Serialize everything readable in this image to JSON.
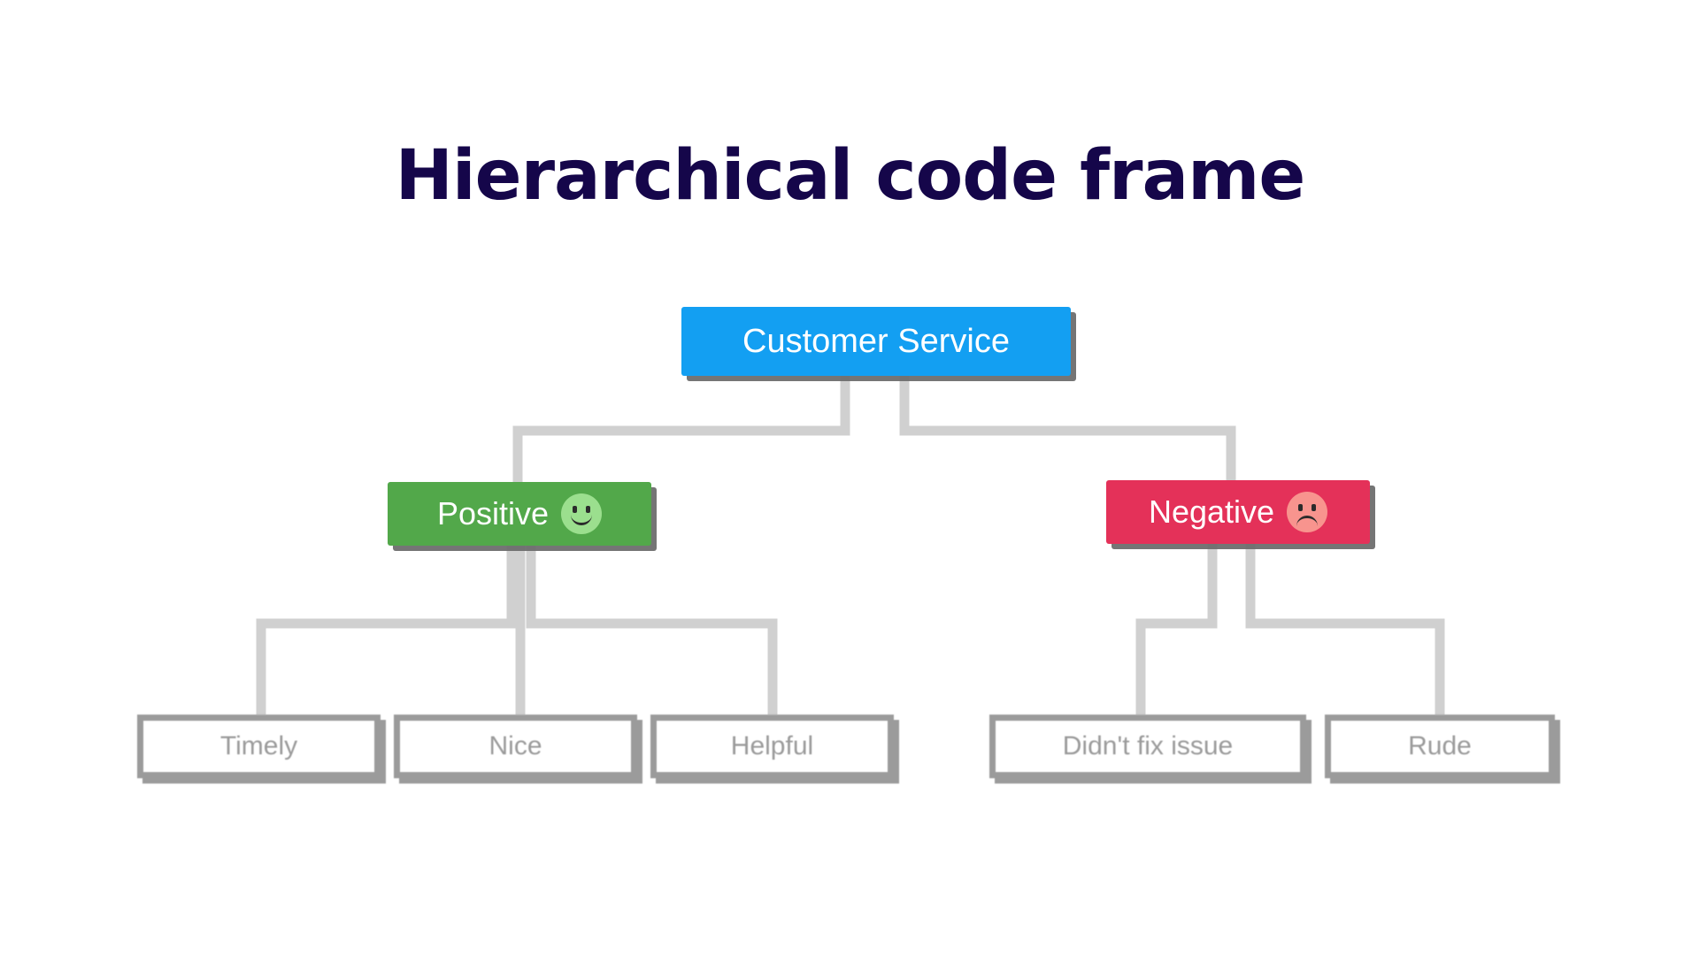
{
  "page": {
    "title": "Hierarchical code frame",
    "background_color": "#ffffff",
    "title_color": "#15064a"
  },
  "colors": {
    "root": "#139ff2",
    "positive": "#52a84a",
    "negative": "#e43159",
    "leaf_border": "#9b9b9b",
    "leaf_text": "#9b9b9b",
    "connector": "#d0d0d0",
    "shadow": "#8c8c8c"
  },
  "tree": {
    "root": {
      "label": "Customer Service",
      "color": "#139ff2"
    },
    "branches": [
      {
        "label": "Positive",
        "icon": "smiling-face-icon",
        "color": "#52a84a",
        "children": [
          {
            "label": "Timely"
          },
          {
            "label": "Nice"
          },
          {
            "label": "Helpful"
          }
        ]
      },
      {
        "label": "Negative",
        "icon": "frowning-face-icon",
        "color": "#e43159",
        "children": [
          {
            "label": "Didn't fix issue"
          },
          {
            "label": "Rude"
          }
        ]
      }
    ]
  }
}
